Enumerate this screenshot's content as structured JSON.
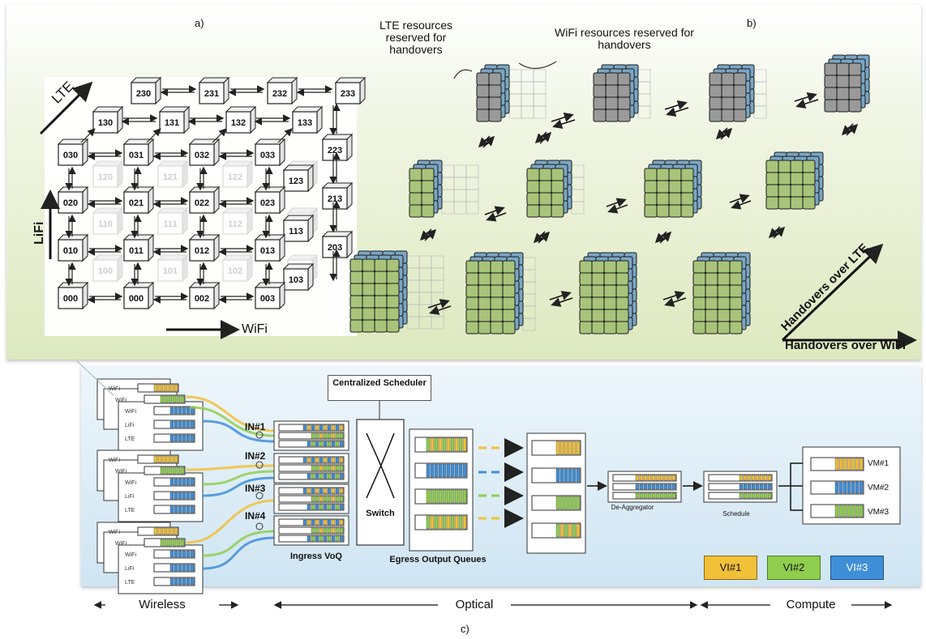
{
  "panel_a": {
    "label": "a)",
    "axis_lte": "LTE",
    "axis_lifi": "LiFi",
    "axis_wifi": "WiFi",
    "back_layer": [
      "230",
      "231",
      "232",
      "233",
      "130",
      "131",
      "132",
      "133",
      "123",
      "113",
      "103",
      "223",
      "213",
      "203"
    ],
    "front_grid": [
      [
        "030",
        "031",
        "032",
        "033"
      ],
      [
        "020",
        "021",
        "022",
        "023"
      ],
      [
        "010",
        "011",
        "012",
        "013"
      ],
      [
        "000",
        "000",
        "002",
        "003"
      ]
    ],
    "ghost_nodes": [
      "120",
      "121",
      "122",
      "123",
      "110",
      "111",
      "112",
      "113",
      "100",
      "101",
      "102",
      "103"
    ]
  },
  "panel_b": {
    "label": "b)",
    "lte_reserved": "LTE resources reserved for handovers",
    "wifi_reserved": "WiFi resources reserved for handovers",
    "axis_lte": "Handovers over LTE",
    "axis_wifi": "Handovers over WiFi"
  },
  "panel_c": {
    "label": "c)",
    "scheduler": "Centralized Scheduler",
    "inputs": [
      "IN#1",
      "IN#2",
      "IN#3",
      "IN#4"
    ],
    "ingress": "Ingress VoQ",
    "switch": "Switch",
    "egress": "Egress Output Queues",
    "deaggregator": "De-Aggregator",
    "schedule": "Schedule",
    "vms": [
      "VM#1",
      "VM#2",
      "VM#3"
    ],
    "vi_legend": [
      {
        "label": "VI#1",
        "color": "#f2c038"
      },
      {
        "label": "VI#2",
        "color": "#8fce4f"
      },
      {
        "label": "VI#3",
        "color": "#3f8fd8"
      }
    ],
    "device_rows": [
      "WiFi",
      "WiFi",
      "WiFi",
      "LiFi",
      "LTE"
    ],
    "sections": [
      "Wireless",
      "Optical",
      "Compute"
    ]
  },
  "colors": {
    "yellow": "#f2c038",
    "green": "#8fce4f",
    "blue": "#3f8fd8"
  }
}
